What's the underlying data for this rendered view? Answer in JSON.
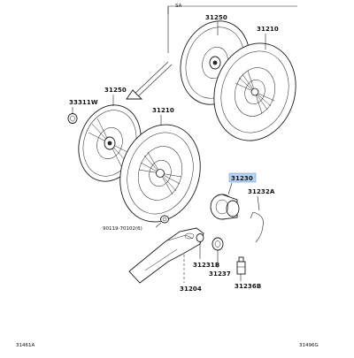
{
  "sa_label": "SA",
  "labels": {
    "cover_top": "31250",
    "cover_top_assy": "31210",
    "disc": "31250",
    "cover": "31210",
    "bolt_33311": "33311W",
    "bearing": "31230",
    "clip": "31232A",
    "bolt_ref": "90119-70102(6)",
    "fork": "31204",
    "boot": "31231B",
    "pivot": "31237",
    "pivot_bolt": "31236B"
  },
  "bottom_left": "31461A",
  "bottom_right": "31496G",
  "colors": {
    "highlight": "#b9d2f2",
    "line": "#222222"
  }
}
